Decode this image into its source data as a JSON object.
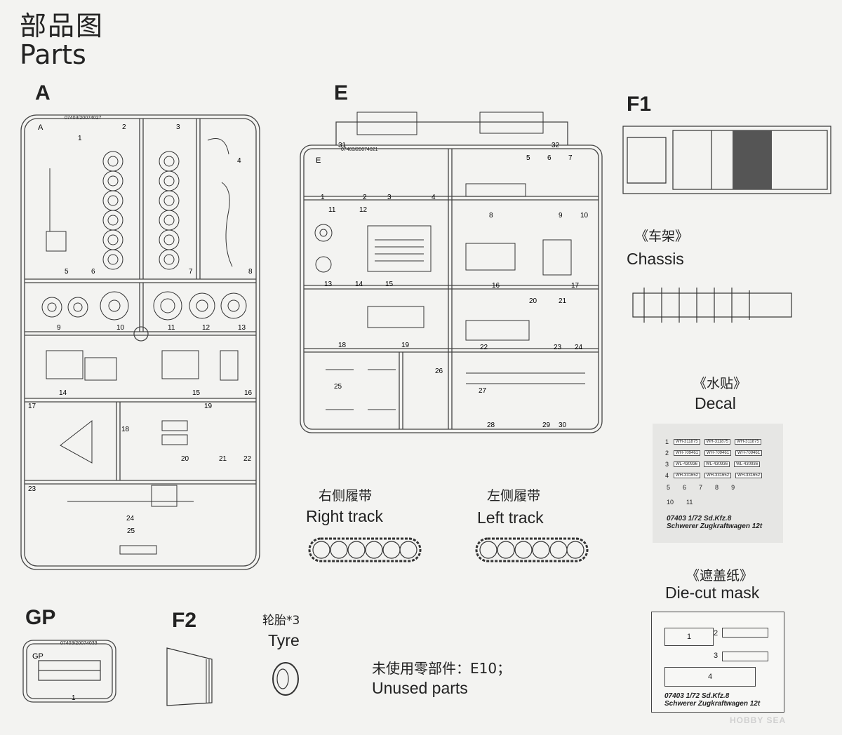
{
  "header": {
    "title_cn": "部品图",
    "title_en": "Parts"
  },
  "sprues": {
    "A": {
      "letter": "A",
      "code": "07403/20074027",
      "part_count": 25
    },
    "E": {
      "letter": "E",
      "code": "07403/20074021",
      "part_count": 32
    },
    "F1": {
      "letter": "F1"
    },
    "GP": {
      "letter": "GP",
      "code": "07403/20074033",
      "part_count": 1
    },
    "F2": {
      "letter": "F2"
    }
  },
  "chassis": {
    "label_cn": "《车架》",
    "label_en": "Chassis"
  },
  "decal": {
    "label_cn": "《水贴》",
    "label_en": "Decal",
    "rows": [
      {
        "n": "1",
        "codes": [
          "WH-311875",
          "WH-311875",
          "WH-311875"
        ]
      },
      {
        "n": "2",
        "codes": [
          "WH-709461",
          "WH-709461",
          "WH-709461"
        ]
      },
      {
        "n": "3",
        "codes": [
          "WL-430936",
          "WL-430936",
          "WL-430936"
        ]
      },
      {
        "n": "4",
        "codes": [
          "WH-331652",
          "WH-331652",
          "WH-331652"
        ]
      }
    ],
    "symbols": [
      "5",
      "6",
      "7",
      "8",
      "9"
    ],
    "extras": [
      "10",
      "11"
    ],
    "footer_1": "07403 1/72 Sd.Kfz.8",
    "footer_2": "Schwerer Zugkraftwagen 12t"
  },
  "right_track": {
    "label_cn": "右侧履带",
    "label_en": "Right track"
  },
  "left_track": {
    "label_cn": "左侧履带",
    "label_en": "Left track"
  },
  "mask": {
    "label_cn": "《遮盖纸》",
    "label_en": "Die-cut mask",
    "items": [
      "1",
      "2",
      "3",
      "4"
    ],
    "footer_1": "07403 1/72 Sd.Kfz.8",
    "footer_2": "Schwerer Zugkraftwagen 12t"
  },
  "tyre": {
    "label_cn": "轮胎*3",
    "label_en": "Tyre"
  },
  "unused": {
    "label_cn": "未使用零部件：E10；",
    "label_en": "Unused parts"
  },
  "watermark": "HOBBY SEA"
}
